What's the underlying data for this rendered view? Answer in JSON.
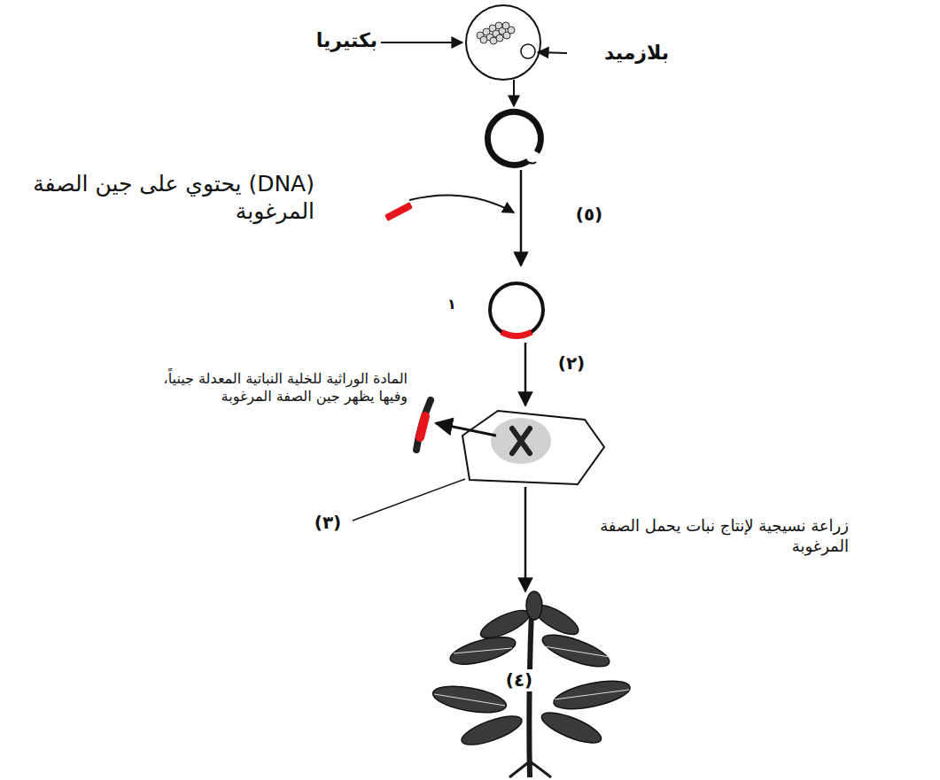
{
  "diagram": {
    "labels": [
      "بكتيريا",
      "بلازميد",
      "(DNA) يحتوي على جين الصفة المرغوبة",
      "(٥)",
      "١",
      "(٢)",
      "المادة الوراثية للخلية النباتية المعدلة جينياً، وفيها يظهر جين الصفة المرغوبة",
      "(٣)",
      "زراعة نسيجية لإنتاج نبات يحمل الصفة المرغوبة",
      "(٤)"
    ]
  }
}
